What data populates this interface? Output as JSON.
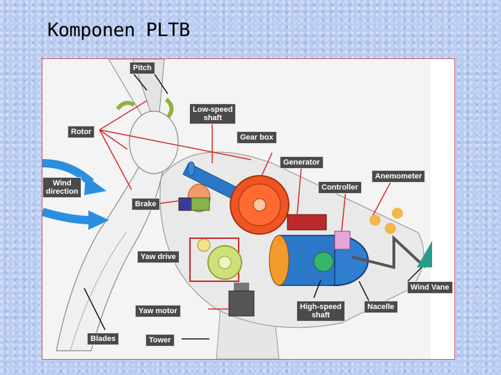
{
  "slide": {
    "title": "Komponen PLTB"
  },
  "labels": {
    "pitch": "Pitch",
    "low_speed_shaft": "Low-speed\nshaft",
    "rotor": "Rotor",
    "gear_box": "Gear box",
    "generator": "Generator",
    "wind_direction": "Wind\ndirection",
    "anemometer": "Anemometer",
    "controller": "Controller",
    "brake": "Brake",
    "yaw_drive": "Yaw drive",
    "wind_vane": "Wind Vane",
    "yaw_motor": "Yaw motor",
    "high_speed_shaft": "High-speed\nshaft",
    "nacelle": "Nacelle",
    "blades": "Blades",
    "tower": "Tower"
  },
  "colors": {
    "label_bg": "#4a4a4a",
    "leader_line": "#d42a2a",
    "arrow": "#2a8fe0",
    "gear": "#ee5522",
    "generator": "#2b78c8"
  }
}
